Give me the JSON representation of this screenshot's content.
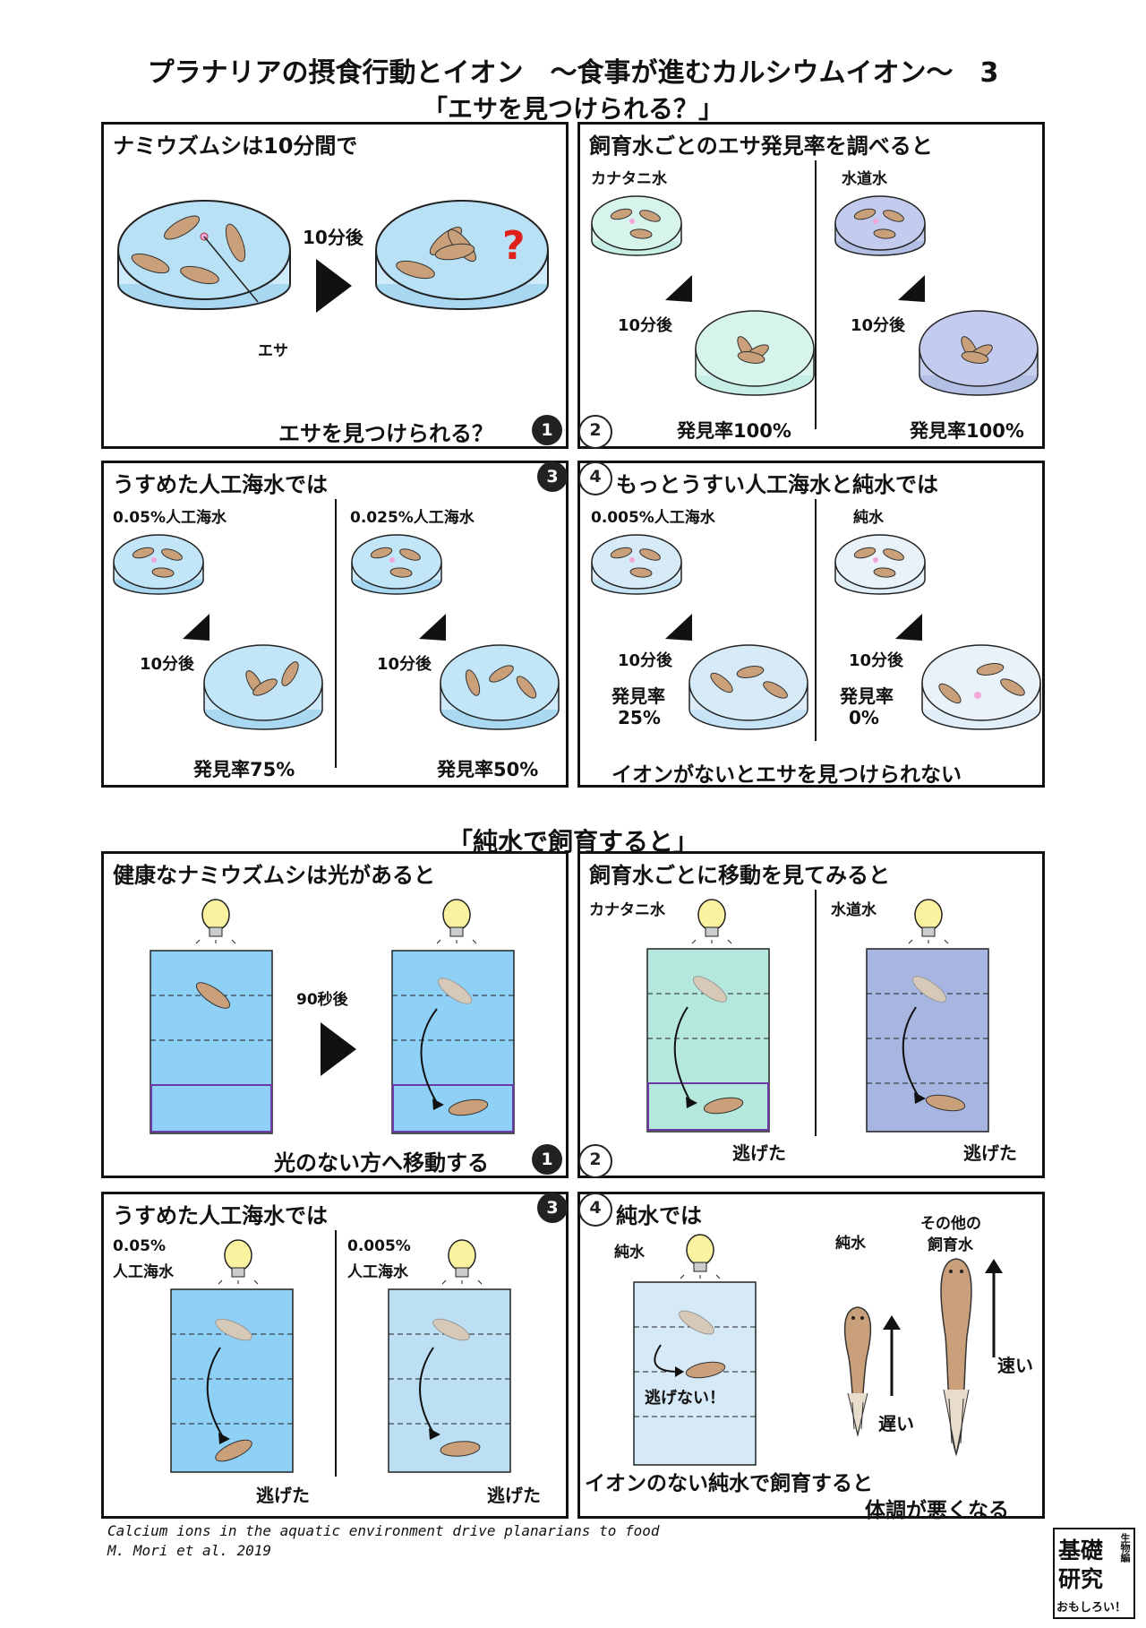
{
  "title": "プラナリアの摂食行動とイオン　～食事が進むカルシウムイオン～　3",
  "section1": {
    "heading": "「エサを見つけられる？」",
    "p1": {
      "header": "ナミウズムシは10分間で",
      "time": "10分後",
      "food_label": "エサ",
      "qmark": "?",
      "caption": "エサを見つけられる？",
      "num": "1"
    },
    "p2": {
      "header": "飼育水ごとのエサ発見率を調べると",
      "num": "2",
      "left": {
        "label": "カナタニ水",
        "time": "10分後",
        "rate": "発見率100%",
        "color": "#c8efe6"
      },
      "right": {
        "label": "水道水",
        "time": "10分後",
        "rate": "発見率100%",
        "color": "#b4bfe6"
      }
    },
    "p3": {
      "header": "うすめた人工海水では",
      "num": "3",
      "left": {
        "label": "0.05%人工海水",
        "time": "10分後",
        "rate": "発見率75%"
      },
      "right": {
        "label": "0.025%人工海水",
        "time": "10分後",
        "rate": "発見率50%"
      }
    },
    "p4": {
      "header": "もっとうすい人工海水と純水では",
      "num": "4",
      "left": {
        "label": "0.005%人工海水",
        "time": "10分後",
        "rate_label": "発見率",
        "rate": "25%"
      },
      "right": {
        "label": "純水",
        "time": "10分後",
        "rate_label": "発見率",
        "rate": "0%"
      },
      "caption": "イオンがないとエサを見つけられない"
    }
  },
  "section2": {
    "heading": "「純水で飼育すると」",
    "p1": {
      "header": "健康なナミウズムシは光があると",
      "time": "90秒後",
      "caption": "光のない方へ移動する",
      "num": "1"
    },
    "p2": {
      "header": "飼育水ごとに移動を見てみると",
      "num": "2",
      "left": {
        "label": "カナタニ水",
        "result": "逃げた"
      },
      "right": {
        "label": "水道水",
        "result": "逃げた"
      }
    },
    "p3": {
      "header": "うすめた人工海水では",
      "num": "3",
      "left": {
        "label1": "0.05%",
        "label2": "人工海水",
        "result": "逃げた"
      },
      "right": {
        "label1": "0.005%",
        "label2": "人工海水",
        "result": "逃げた"
      }
    },
    "p4": {
      "header": "純水では",
      "num": "4",
      "left_label": "純水",
      "no_escape": "逃げない！",
      "slow_label": "純水",
      "slow": "遅い",
      "fast_label1": "その他の",
      "fast_label2": "飼育水",
      "fast": "速い",
      "caption1": "イオンのない純水で飼育すると",
      "caption2": "体調が悪くなる"
    }
  },
  "footer": {
    "citation1": "Calcium ions in the aquatic environment drive planarians to food",
    "citation2": "M. Mori et al. 2019"
  },
  "logo": {
    "l1": "基礎",
    "l2": "研究",
    "side": "生物編",
    "sub": "おもしろい！"
  },
  "colors": {
    "dish_water": "#a9d8f3",
    "tank_blue": "#8fd0f6",
    "worm": "#c9a07a",
    "red": "#e0201a"
  }
}
